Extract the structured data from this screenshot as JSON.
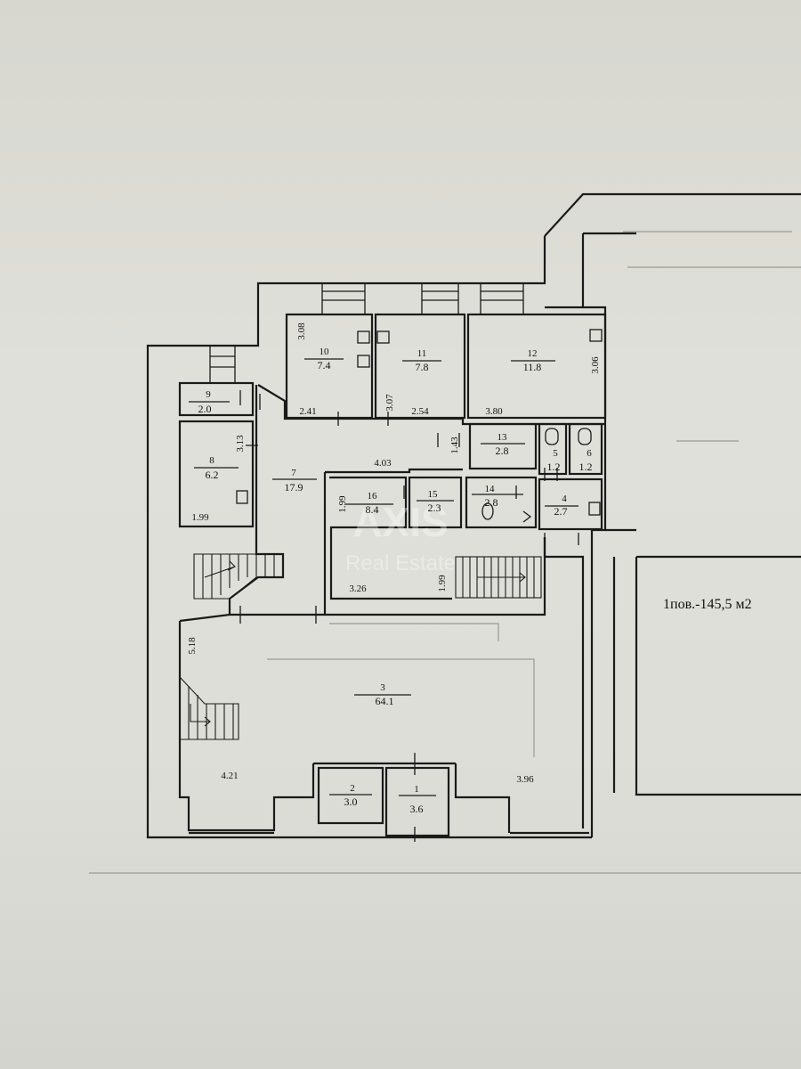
{
  "floor_total": "1пов.-145,5 м2",
  "watermark": {
    "brand": "AXIS",
    "sub": "Real Estate"
  },
  "rooms": [
    {
      "id": "r1",
      "number": "1",
      "area": "3.6"
    },
    {
      "id": "r2",
      "number": "2",
      "area": "3.0"
    },
    {
      "id": "r3",
      "number": "3",
      "area": "64.1"
    },
    {
      "id": "r4",
      "number": "4",
      "area": "2.7"
    },
    {
      "id": "r5",
      "number": "5",
      "area": "1.2"
    },
    {
      "id": "r6",
      "number": "6",
      "area": "1.2"
    },
    {
      "id": "r7",
      "number": "7",
      "area": "17.9"
    },
    {
      "id": "r8",
      "number": "8",
      "area": "6.2"
    },
    {
      "id": "r9",
      "number": "9",
      "area": "2.0"
    },
    {
      "id": "r10",
      "number": "10",
      "area": "7.4"
    },
    {
      "id": "r11",
      "number": "11",
      "area": "7.8"
    },
    {
      "id": "r12",
      "number": "12",
      "area": "11.8"
    },
    {
      "id": "r13",
      "number": "13",
      "area": "2.8"
    },
    {
      "id": "r14",
      "number": "14",
      "area": "2.8"
    },
    {
      "id": "r15",
      "number": "15",
      "area": "2.3"
    },
    {
      "id": "r16",
      "number": "16",
      "area": "8.4"
    }
  ],
  "dimensions": [
    {
      "id": "d1",
      "value": "3.08"
    },
    {
      "id": "d2",
      "value": "2.41"
    },
    {
      "id": "d3",
      "value": "3.07"
    },
    {
      "id": "d4",
      "value": "2.54"
    },
    {
      "id": "d5",
      "value": "3.80"
    },
    {
      "id": "d6",
      "value": "3.06"
    },
    {
      "id": "d7",
      "value": "3.13"
    },
    {
      "id": "d8",
      "value": "1.99"
    },
    {
      "id": "d9",
      "value": "4.03"
    },
    {
      "id": "d10",
      "value": "1.43"
    },
    {
      "id": "d11",
      "value": "1.99"
    },
    {
      "id": "d12",
      "value": "3.26"
    },
    {
      "id": "d13",
      "value": "1.99"
    },
    {
      "id": "d14",
      "value": "5.18"
    },
    {
      "id": "d15",
      "value": "4.21"
    },
    {
      "id": "d16",
      "value": "3.96"
    }
  ]
}
